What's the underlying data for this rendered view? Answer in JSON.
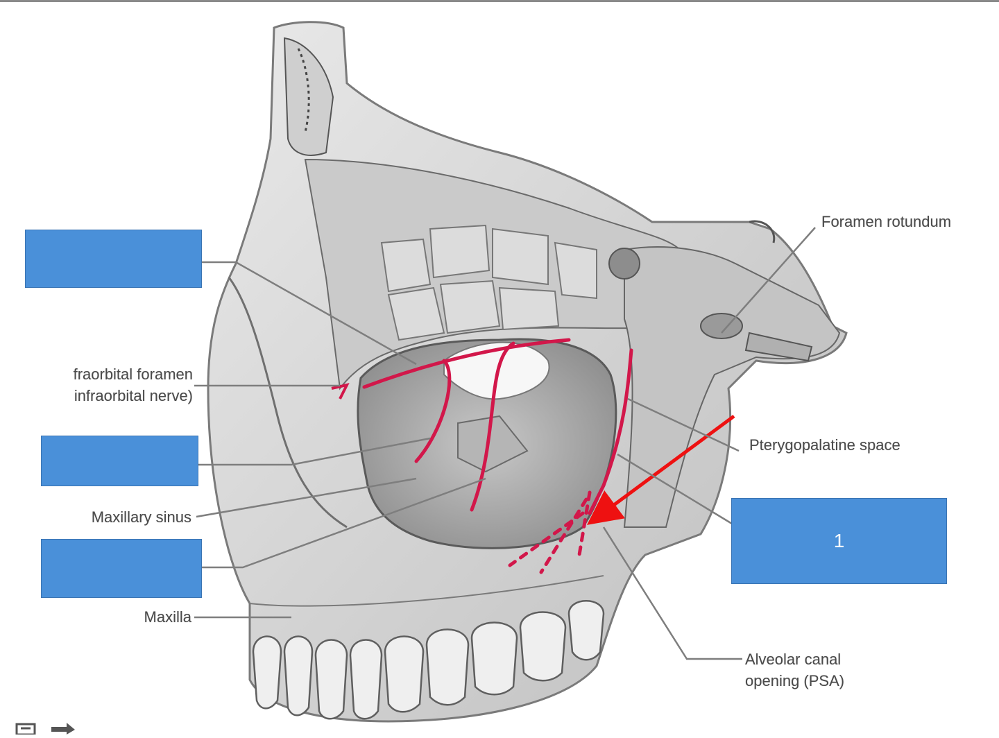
{
  "labels": {
    "foramen_rotundum": "Foramen rotundum",
    "infraorbital_line1": "fraorbital foramen",
    "infraorbital_line2": "infraorbital nerve)",
    "pterygopalatine": "Pterygopalatine space",
    "maxillary_sinus": "Maxillary sinus",
    "maxilla": "Maxilla",
    "alveolar_line1": "Alveolar canal",
    "alveolar_line2": "opening (PSA)"
  },
  "answer_boxes": [
    {
      "text": ""
    },
    {
      "text": ""
    },
    {
      "text": ""
    },
    {
      "text": "1"
    }
  ],
  "colors": {
    "box_fill": "#4a90d9",
    "nerve": "#d2174a",
    "arrow": "#ee1111",
    "bone": "#d9d9d9"
  },
  "icons": {
    "bottom_fragments": [
      "save-icon",
      "forward-arrow-icon"
    ]
  }
}
